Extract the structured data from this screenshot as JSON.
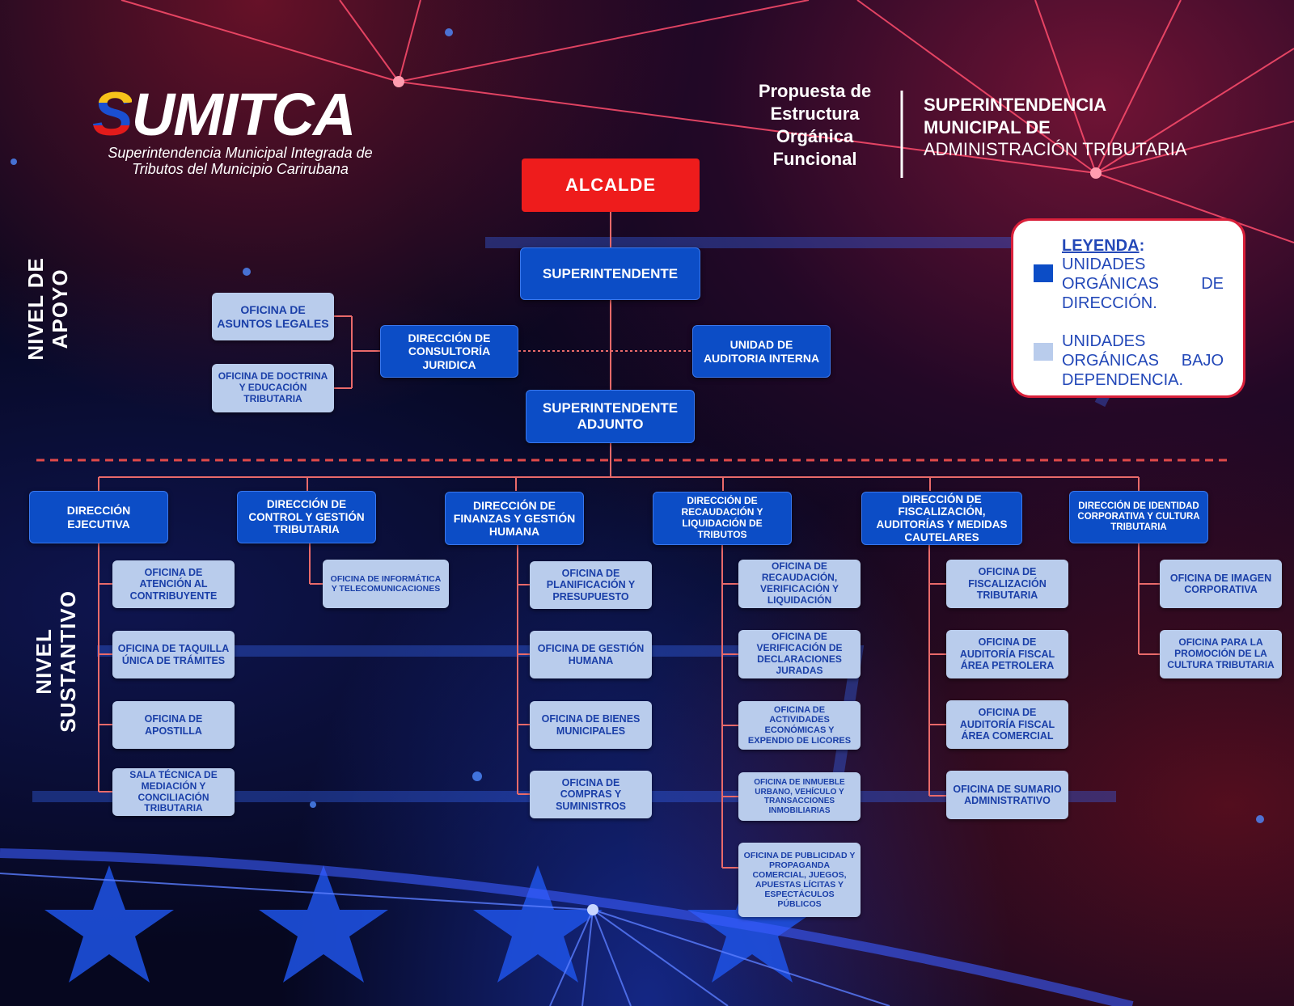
{
  "header": {
    "logo_text": "SUMITCA",
    "logo_subtitle_line1": "Superintendencia Municipal Integrada de",
    "logo_subtitle_line2": "Tributos del Municipio Carirubana",
    "proposal_lines": [
      "Propuesta de",
      "Estructura",
      "Orgánica",
      "Funcional"
    ],
    "agency_line1": "SUPERINTENDENCIA",
    "agency_line2": "MUNICIPAL DE",
    "agency_line3": "ADMINISTRACIÓN TRIBUTARIA"
  },
  "legend": {
    "title": "LEYENDA",
    "title_colon": ":",
    "item1": "UNIDADES ORGÁNICAS DE DIRECCIÓN.",
    "item2": "UNIDADES ORGÁNICAS BAJO DEPENDENCIA.",
    "color_direction": "#0c4dc6",
    "color_dependency": "#b9ccec"
  },
  "levels": {
    "support": [
      "NIVEL DE",
      "APOYO"
    ],
    "substantive": [
      "NIVEL",
      "SUSTANTIVO"
    ]
  },
  "org": {
    "alcalde": "ALCALDE",
    "superintendente": "SUPERINTENDENTE",
    "superintendente_adjunto": "SUPERINTENDENTE ADJUNTO",
    "consultoria": "DIRECCIÓN DE CONSULTORÍA JURIDICA",
    "auditoria_interna": "UNIDAD DE AUDITORIA INTERNA",
    "asuntos_legales": "OFICINA DE ASUNTOS LEGALES",
    "doctrina": "OFICINA DE DOCTRINA Y EDUCACIÓN TRIBUTARIA",
    "directions": [
      {
        "name": "DIRECCIÓN EJECUTIVA",
        "offices": [
          "OFICINA DE ATENCIÓN AL CONTRIBUYENTE",
          "OFICINA DE TAQUILLA ÚNICA DE TRÁMITES",
          "OFICINA DE APOSTILLA",
          "SALA TÉCNICA DE MEDIACIÓN Y CONCILIACIÓN TRIBUTARIA"
        ]
      },
      {
        "name": "DIRECCIÓN DE CONTROL Y GESTIÓN TRIBUTARIA",
        "offices": [
          "OFICINA DE INFORMÁTICA Y TELECOMUNICACIONES"
        ]
      },
      {
        "name": "DIRECCIÓN DE FINANZAS Y GESTIÓN HUMANA",
        "offices": [
          "OFICINA DE PLANIFICACIÓN Y PRESUPUESTO",
          "OFICINA DE GESTIÓN HUMANA",
          "OFICINA DE BIENES MUNICIPALES",
          "OFICINA DE COMPRAS Y SUMINISTROS"
        ]
      },
      {
        "name": "DIRECCIÓN DE RECAUDACIÓN Y LIQUIDACIÓN DE TRIBUTOS",
        "offices": [
          "OFICINA DE RECAUDACIÓN, VERIFICACIÓN Y LIQUIDACIÓN",
          "OFICINA DE VERIFICACIÓN DE DECLARACIONES JURADAS",
          "OFICINA DE ACTIVIDADES ECONÓMICAS Y EXPENDIO DE LICORES",
          "OFICINA DE INMUEBLE URBANO, VEHÍCULO Y TRANSACCIONES INMOBILIARIAS",
          "OFICINA DE PUBLICIDAD Y PROPAGANDA COMERCIAL, JUEGOS, APUESTAS LÍCITAS Y ESPECTÁCULOS PÚBLICOS"
        ]
      },
      {
        "name": "DIRECCIÓN DE FISCALIZACIÓN, AUDITORÍAS Y MEDIDAS CAUTELARES",
        "offices": [
          "OFICINA DE FISCALIZACIÓN TRIBUTARIA",
          "OFICINA DE AUDITORÍA FISCAL ÁREA PETROLERA",
          "OFICINA DE AUDITORÍA FISCAL ÁREA COMERCIAL",
          "OFICINA DE SUMARIO ADMINISTRATIVO"
        ]
      },
      {
        "name": "DIRECCIÓN DE IDENTIDAD CORPORATIVA Y CULTURA TRIBUTARIA",
        "offices": [
          "OFICINA DE IMAGEN CORPORATIVA",
          "OFICINA PARA LA PROMOCIÓN DE LA CULTURA TRIBUTARIA"
        ]
      }
    ]
  }
}
